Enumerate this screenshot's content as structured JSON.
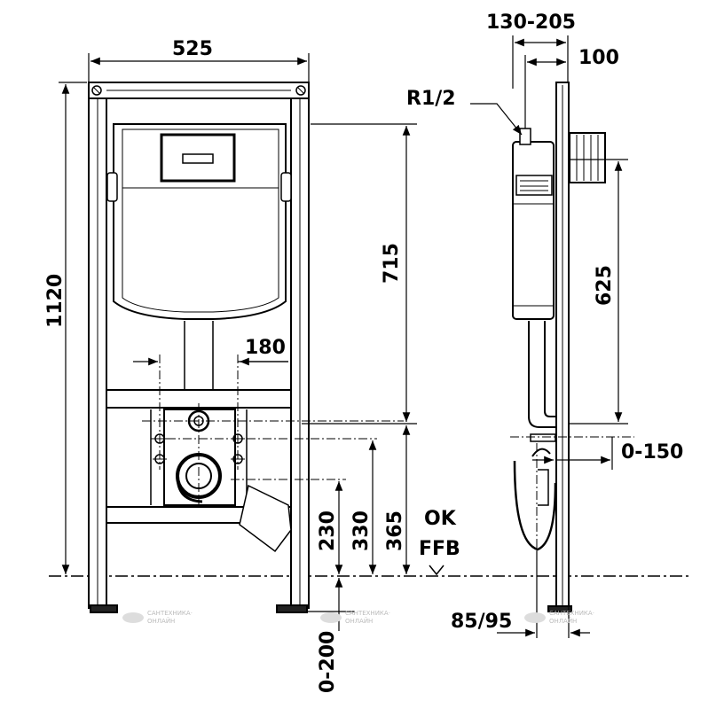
{
  "dimensions": {
    "width_525": "525",
    "height_1120": "1120",
    "height_715": "715",
    "spacing_180": "180",
    "height_230": "230",
    "height_330": "330",
    "height_365": "365",
    "adjust_0_200": "0-200",
    "depth_130_205": "130-205",
    "depth_100": "100",
    "thread_r12": "R1/2",
    "height_625": "625",
    "adjust_0_150": "0-150",
    "pipe_85_95": "85/95"
  },
  "labels": {
    "ok": "OK",
    "ffb": "FFB"
  },
  "watermark": {
    "line1": "САНТЕХНИКА·",
    "line2": "ОНЛАЙН"
  }
}
